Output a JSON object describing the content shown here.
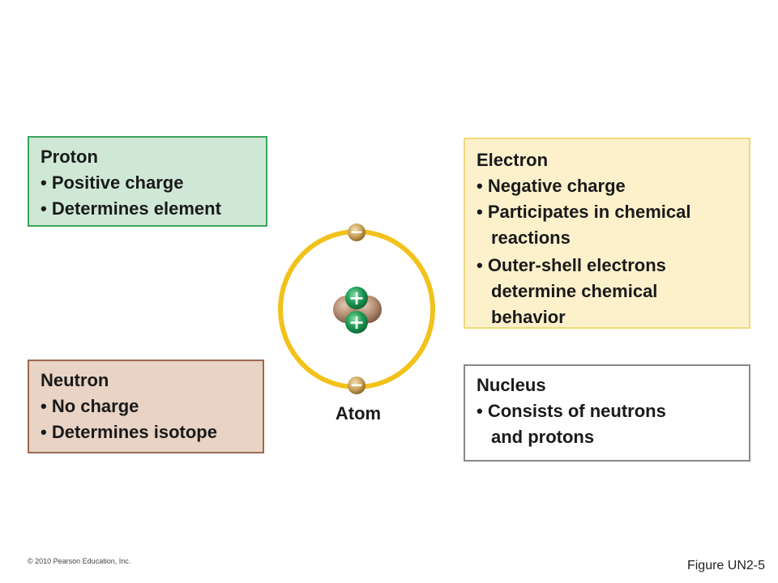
{
  "proton": {
    "title": "Proton",
    "items": [
      "• Positive charge",
      "• Determines element"
    ]
  },
  "neutron": {
    "title": "Neutron",
    "items": [
      "• No charge",
      "• Determines isotope"
    ]
  },
  "electron": {
    "title": "Electron",
    "items": [
      "• Negative charge",
      "• Participates in chemical",
      "reactions",
      "• Outer-shell electrons",
      "determine chemical",
      "behavior"
    ]
  },
  "nucleus": {
    "title": "Nucleus",
    "items": [
      "• Consists of neutrons",
      "and protons"
    ]
  },
  "atom": {
    "label": "Atom",
    "proton_symbol": "+",
    "electron_symbol": "−"
  },
  "footer": {
    "copyright": "© 2010 Pearson Education, Inc.",
    "figure": "Figure UN2-5"
  },
  "colors": {
    "orbit": "#f2c21b",
    "proton": "#1f9a55",
    "neutron": "#b08a6e",
    "electron": "#b58a3a"
  }
}
